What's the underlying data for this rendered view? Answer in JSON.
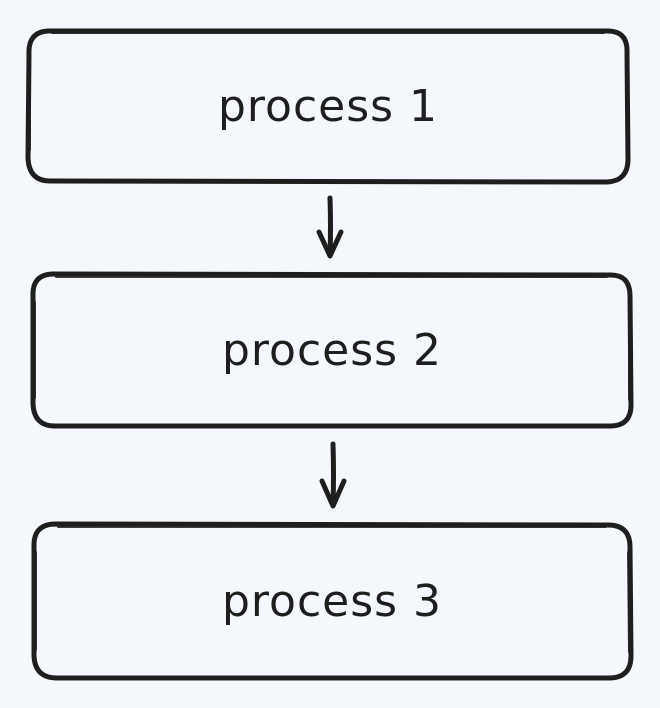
{
  "diagram": {
    "background": "#f4f8fc",
    "stroke_color": "#1e1e1e",
    "nodes": [
      {
        "id": "p1",
        "label": "process 1"
      },
      {
        "id": "p2",
        "label": "process 2"
      },
      {
        "id": "p3",
        "label": "process 3"
      }
    ],
    "edges": [
      {
        "from": "p1",
        "to": "p2"
      },
      {
        "from": "p2",
        "to": "p3"
      }
    ]
  }
}
